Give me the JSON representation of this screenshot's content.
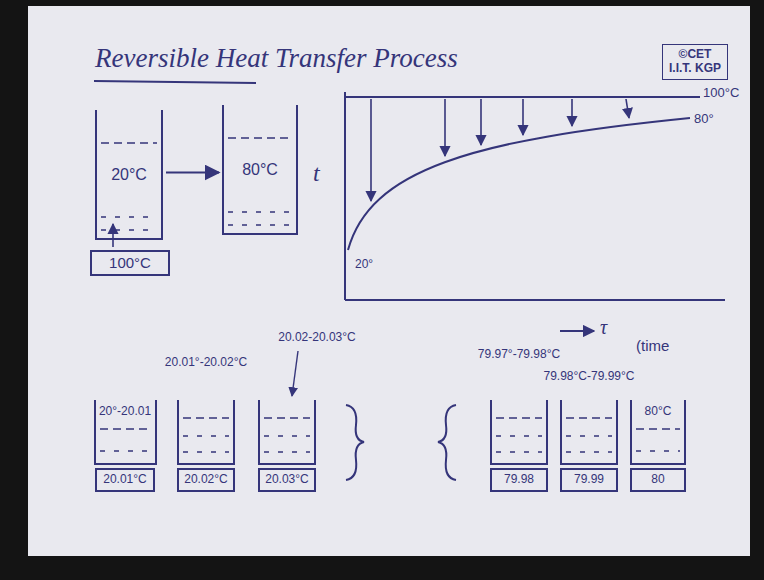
{
  "diagram": {
    "title": "Reversible Heat Transfer Process",
    "nodes": [
      {
        "text": [
          "©CET I.I.T. KGP"
        ]
      },
      {
        "text": [
          "20°C"
        ]
      },
      {
        "text": [
          "100°C"
        ]
      },
      {
        "text": [
          "80°C"
        ]
      },
      {
        "text": [
          "20°-20.01"
        ]
      },
      {
        "text": [
          "20.01°C"
        ]
      },
      {
        "text": [
          "20.01°-20.02°C"
        ]
      },
      {
        "text": [
          "20.02°C"
        ]
      },
      {
        "text": [
          "20.02-20.03°C"
        ]
      },
      {
        "text": [
          "20.03°C"
        ]
      },
      {
        "text": [
          "79.97°-79.98°C"
        ]
      },
      {
        "text": [
          "79.98"
        ]
      },
      {
        "text": [
          "79.98°C-79.99°C"
        ]
      },
      {
        "text": [
          "79.99"
        ]
      },
      {
        "text": [
          "80°C"
        ]
      },
      {
        "text": [
          "80"
        ]
      }
    ],
    "edges": [
      {
        "from": 1,
        "to": 3,
        "arrow": "to"
      }
    ],
    "labels": [
      "t",
      "100°C",
      "80°",
      "20°",
      "τ",
      "(time"
    ]
  }
}
